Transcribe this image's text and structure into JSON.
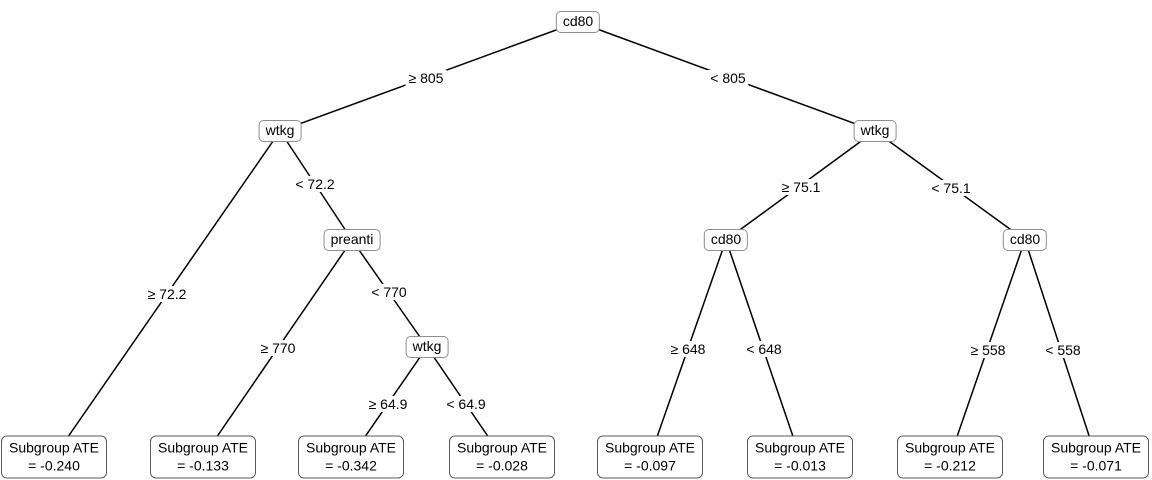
{
  "figure": {
    "type": "decision-tree",
    "background_color": "#ffffff",
    "line_color": "#000000",
    "node_border_color": "#8f8f8f",
    "leaf_border_color": "#5a5a5a"
  },
  "tree": {
    "label": "cd80",
    "left": {
      "edge": "≥ 805",
      "label": "wtkg",
      "left": {
        "edge": "≥ 72.2",
        "leaf": {
          "title": "Subgroup ATE",
          "value": "= -0.240"
        }
      },
      "right": {
        "edge": "< 72.2",
        "label": "preanti",
        "left": {
          "edge": "≥ 770",
          "leaf": {
            "title": "Subgroup ATE",
            "value": "= -0.133"
          }
        },
        "right": {
          "edge": "< 770",
          "label": "wtkg",
          "left": {
            "edge": "≥ 64.9",
            "leaf": {
              "title": "Subgroup ATE",
              "value": "= -0.342"
            }
          },
          "right": {
            "edge": "< 64.9",
            "leaf": {
              "title": "Subgroup ATE",
              "value": "= -0.028"
            }
          }
        }
      }
    },
    "right": {
      "edge": "< 805",
      "label": "wtkg",
      "left": {
        "edge": "≥ 75.1",
        "label": "cd80",
        "left": {
          "edge": "≥ 648",
          "leaf": {
            "title": "Subgroup ATE",
            "value": "= -0.097"
          }
        },
        "right": {
          "edge": "< 648",
          "leaf": {
            "title": "Subgroup ATE",
            "value": "= -0.013"
          }
        }
      },
      "right": {
        "edge": "< 75.1",
        "label": "cd80",
        "left": {
          "edge": "≥ 558",
          "leaf": {
            "title": "Subgroup ATE",
            "value": "= -0.212"
          }
        },
        "right": {
          "edge": "< 558",
          "leaf": {
            "title": "Subgroup ATE",
            "value": "= -0.071"
          }
        }
      }
    }
  }
}
